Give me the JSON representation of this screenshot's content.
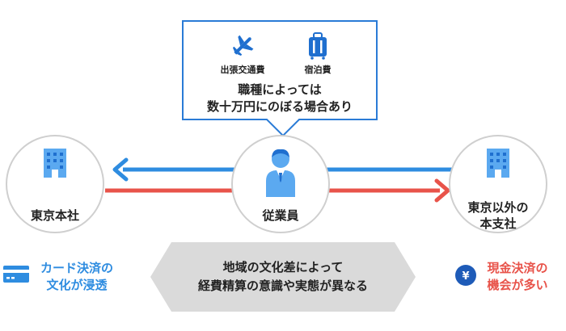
{
  "costs": {
    "travel": "出張交通費",
    "lodging": "宿泊費"
  },
  "bubble": {
    "line1": "職種によっては",
    "line2": "数十万円にのぼる場合あり"
  },
  "nodes": {
    "tokyo_hq": "東京本社",
    "employee": "従業員",
    "other_line1": "東京以外の",
    "other_line2": "本支社"
  },
  "center": {
    "line1": "地域の文化差によって",
    "line2": "経費精算の意識や実態が異なる"
  },
  "left_note": {
    "line1": "カード決済の",
    "line2": "文化が浸透"
  },
  "right_note": {
    "line1": "現金決済の",
    "line2": "機会が多い"
  },
  "colors": {
    "blue_arrow": "#2E8CE0",
    "red_arrow": "#E8534A",
    "bubble_border": "#2A7BD6",
    "icon_blue": "#5BA9F0",
    "icon_dark": "#1F6FCF",
    "circle_border": "#CFCFCF",
    "band": "#DADADA",
    "left_note_text": "#2E8CE0",
    "right_note_text": "#E8534A",
    "coin": "#1E5BB8"
  },
  "icons": {
    "travel": "airplane-icon",
    "lodging": "suitcase-icon",
    "tokyo_hq": "office-building-icon",
    "employee": "person-icon",
    "other": "office-building-icon",
    "card": "credit-card-icon",
    "cash": "yen-coin-icon"
  }
}
